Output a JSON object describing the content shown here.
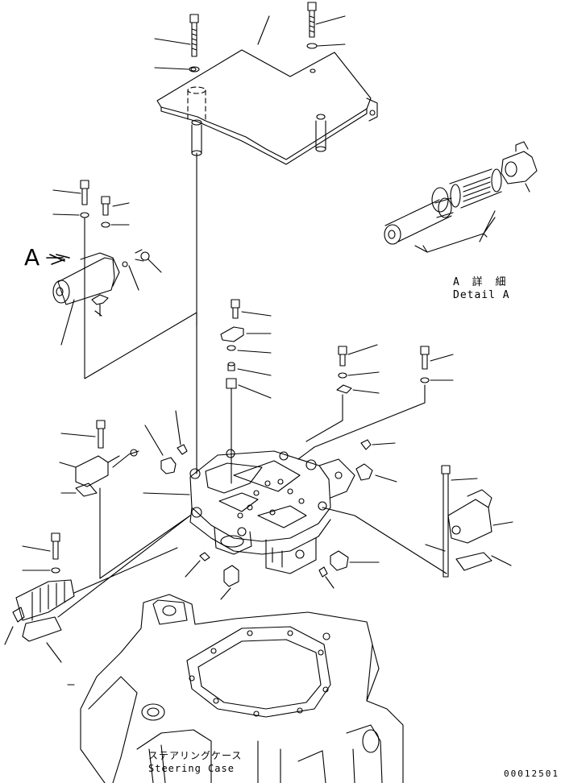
{
  "labels": {
    "detail_marker": "A",
    "detail_title_jp": "A 詳 細",
    "detail_title_en": "Detail A",
    "case_jp": "ステアリングケース",
    "case_en": "Steering Case",
    "drawing_number": "00012501"
  },
  "colors": {
    "line": "#000000",
    "background": "#ffffff"
  }
}
